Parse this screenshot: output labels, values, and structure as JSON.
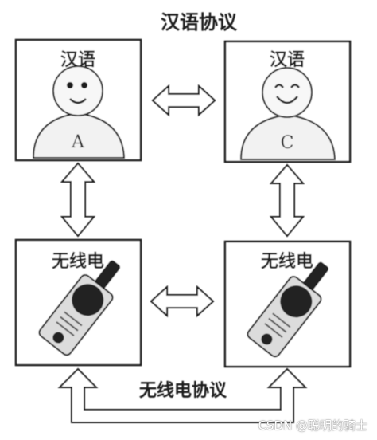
{
  "title_top": "汉语协议",
  "title_bottom": "无线电协议",
  "boxes": {
    "top_left": {
      "label": "汉语",
      "person_letter": "A"
    },
    "top_right": {
      "label": "汉语",
      "person_letter": "C"
    },
    "bottom_left": {
      "label": "无线电"
    },
    "bottom_right": {
      "label": "无线电"
    }
  },
  "watermark": "CSDN @聪明的骑士",
  "colors": {
    "stroke": "#1a1a1a",
    "fill_skin": "#f2f2f2",
    "radio_body": "#dcdcdc",
    "radio_speaker": "#222222"
  }
}
